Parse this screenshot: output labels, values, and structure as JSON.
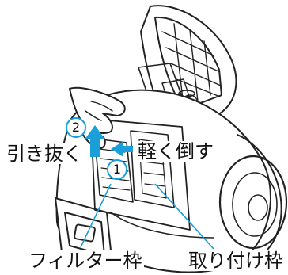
{
  "labels": {
    "pull_out": "引き抜く",
    "tilt_lightly": "軽く倒す",
    "filter_frame": "フィルター枠",
    "mount_frame": "取り付け枠"
  },
  "steps": {
    "step_1": "1",
    "step_2": "2"
  },
  "colors": {
    "accent": "#1a9fd8",
    "line": "#222222"
  }
}
